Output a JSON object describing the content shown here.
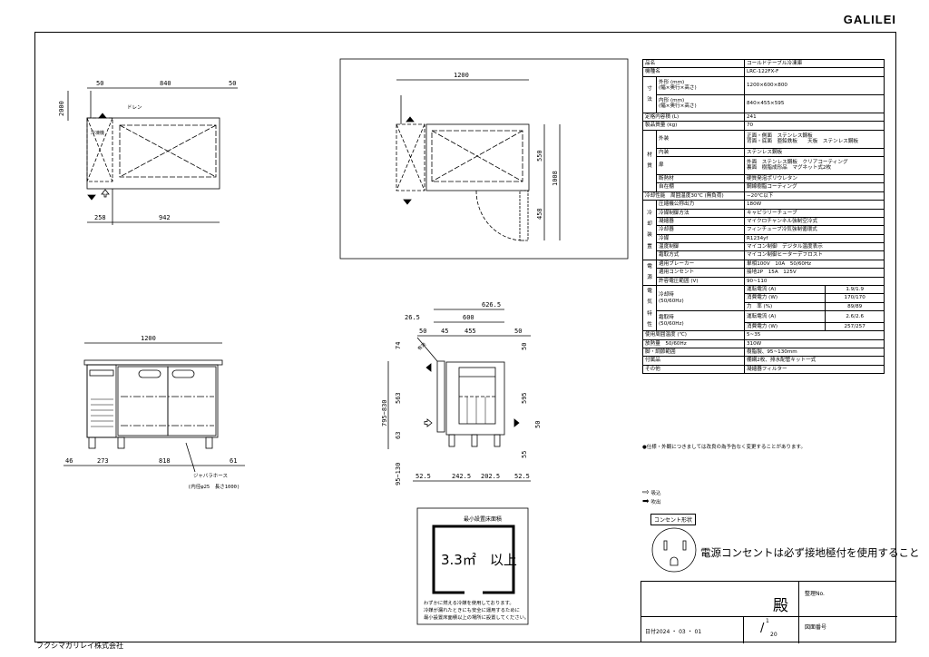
{
  "header": {
    "brand": "GALILEI"
  },
  "footer": {
    "company": "フクシマガリレイ株式会社"
  },
  "plan_view": {
    "dim_top_left": "50",
    "dim_top_mid": "840",
    "dim_top_right": "50",
    "dim_clearance": "2000",
    "dim_bottom_left": "258",
    "dim_bottom_right": "942",
    "drain_label": "ドレン",
    "unit_label": "冷凍機"
  },
  "plan_door_view": {
    "dim_width": "1200",
    "dim_depth": "550",
    "dim_total": "1008",
    "dim_door": "458"
  },
  "front_view": {
    "dim_width": "1200",
    "dim_46": "46",
    "dim_273": "273",
    "dim_818": "818",
    "dim_61": "61",
    "hose_label": "ジャバラホース",
    "hose_spec": "(内径φ25　長さ1000)"
  },
  "side_view": {
    "d1": "626.5",
    "d2": "26.5",
    "d3": "600",
    "d4": "50",
    "d5": "45",
    "d6": "455",
    "d7": "50",
    "d8": "74",
    "d9": "563",
    "d10": "795~830",
    "d11": "63",
    "d12": "95~130",
    "d13": "50",
    "d14": "595",
    "d15": "50",
    "d16": "55",
    "d17": "52.5",
    "d18": "242.5",
    "d19": "202.5",
    "d20": "52.5",
    "diag_label": "有効"
  },
  "install": {
    "title": "最小設置床面積",
    "area": "3.3㎡　以上",
    "notes": [
      "わずかに燃える冷媒を使用しております。",
      "冷媒が漏れたときにも安全に運用するために",
      "最小設置床面積以上の場所に設置してください。"
    ]
  },
  "spec": {
    "rows": [
      {
        "label": "品名",
        "value": "コールドテーブル冷凍庫"
      },
      {
        "label": "機種名",
        "value": "LRC-122FX-F"
      },
      {
        "group": "寸法",
        "label": "外形 (mm)\n(幅×奥行×高さ)",
        "value": "1200×600×800"
      },
      {
        "label": "内形 (mm)\n(幅×奥行×高さ)",
        "value": "840×455×595"
      },
      {
        "label": "定格内容積 (L)",
        "value": "241"
      },
      {
        "label": "製品質量 (kg)",
        "value": "70"
      },
      {
        "group": "材質",
        "label": "外装",
        "value": "正面・側面　ステンレス鋼板\n背面・底面　亜鉛鉄板　　天板　ステンレス鋼板"
      },
      {
        "label": "内装",
        "value": "ステンレス鋼板"
      },
      {
        "label": "扉",
        "value": "外面　ステンレス鋼板　クリアコーティング\n裏面　樹脂成形品　マグネット式2枚"
      },
      {
        "label": "断熱材",
        "value": "硬質発泡ポリウレタン"
      },
      {
        "label": "自在棚",
        "value": "鋼線樹脂コーティング"
      },
      {
        "label": "冷却性能　周囲温度30℃ (無負荷)",
        "value": "−20℃以下"
      },
      {
        "group": "冷却装置",
        "label": "圧縮機公称出力",
        "value": "180W"
      },
      {
        "label": "冷媒制御方法",
        "value": "キャピラリーチューブ"
      },
      {
        "label": "凝縮器",
        "value": "マイクロチャンネル強制空冷式"
      },
      {
        "label": "冷却器",
        "value": "フィンチューブ冷気強制循環式"
      },
      {
        "label": "冷媒",
        "value": "R1234yf"
      },
      {
        "label": "温度制御",
        "value": "マイコン制御　デジタル温度表示"
      },
      {
        "label": "霜取方式",
        "value": "マイコン制御ヒーターデフロスト"
      },
      {
        "group": "電源",
        "label": "適用ブレーカー",
        "value": "単相100V　10A　50/60Hz"
      },
      {
        "label": "適用コンセント",
        "value": "接地2P　15A　125V"
      },
      {
        "label": "許容電圧範囲 (V)",
        "value": "90~110"
      },
      {
        "group": "電気特性",
        "label": "冷却時\n(50/60Hz)",
        "sub": [
          {
            "label": "運転電流 (A)",
            "value": "1.9/1.9"
          },
          {
            "label": "消費電力 (W)",
            "value": "170/170"
          },
          {
            "label": "力　率 (%)",
            "value": "89/89"
          }
        ]
      },
      {
        "label": "霜取時\n(50/60Hz)",
        "sub": [
          {
            "label": "運転電流 (A)",
            "value": "2.6/2.6"
          },
          {
            "label": "消費電力 (W)",
            "value": "257/257"
          }
        ]
      },
      {
        "label": "使用周囲温度 (℃)",
        "value": "5~35"
      },
      {
        "label": "放熱量　50/60Hz",
        "value": "310W"
      },
      {
        "label": "脚・調節範囲",
        "value": "樹脂製、95~130mm"
      },
      {
        "label": "付属品",
        "value": "棚網2枚、排水配管キット一式"
      },
      {
        "label": "その他",
        "value": "凝縮器フィルター"
      }
    ]
  },
  "note": "●仕様・外観につきましては改良の為予告なく変更することがあります。",
  "legend": [
    {
      "icon": "outline-arrow-icon",
      "label": "吸込"
    },
    {
      "icon": "filled-arrow-icon",
      "label": "吹出"
    }
  ],
  "outlet": {
    "label": "コンセント形状",
    "warning": "電源コンセントは必ず接地極付を使用すること"
  },
  "title_block": {
    "addressee": "殿",
    "ref_no_label": "整理No.",
    "date": "日付2024 ・ 03 ・ 01",
    "scale_num": "1",
    "scale_den": "20",
    "drawing_no_label": "図面番号"
  }
}
